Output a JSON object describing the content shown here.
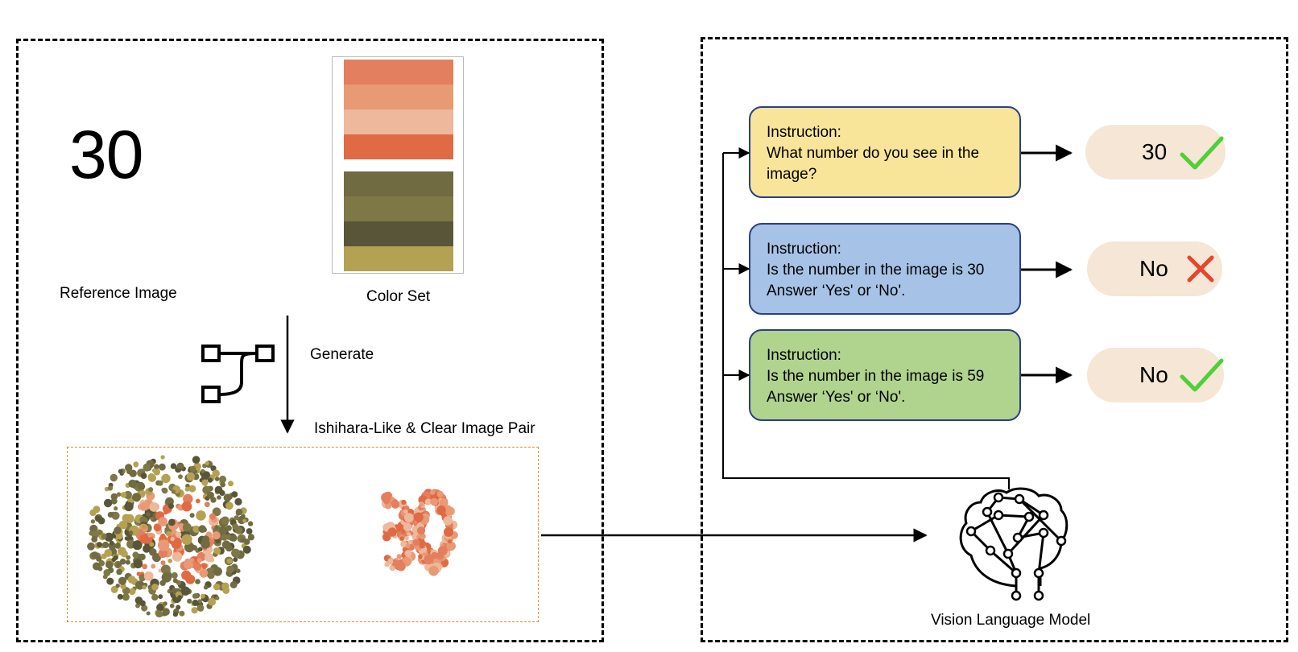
{
  "left_panel": {
    "reference_number": "30",
    "reference_label": "Reference Image",
    "color_set_label": "Color Set",
    "generate_label": "Generate",
    "pair_label": "Ishihara-Like & Clear Image Pair"
  },
  "color_set": {
    "warm": [
      "#e37e5e",
      "#e79a74",
      "#edb89b",
      "#e06a44"
    ],
    "olive": [
      "#716b42",
      "#7e7746",
      "#595538",
      "#b4a152"
    ]
  },
  "instructions": [
    {
      "head": "Instruction:",
      "body": "What number do you see in the image?"
    },
    {
      "head": "Instruction:",
      "body": "Is the number in the image is 30 Answer ‘Yes' or ‘No'."
    },
    {
      "head": "Instruction:",
      "body": "Is the number in the image is 59 Answer ‘Yes' or ‘No'."
    }
  ],
  "answers": [
    {
      "text": "30",
      "mark": "check-icon"
    },
    {
      "text": "No",
      "mark": "cross-icon"
    },
    {
      "text": "No",
      "mark": "check-icon"
    }
  ],
  "model_label": "Vision Language Model",
  "colors": {
    "instr_yellow": "#f8e59a",
    "instr_blue": "#a6c3e7",
    "instr_green": "#b0d38e",
    "instr_border": "#2a3f84",
    "answer_bg": "#f5e6d5",
    "check": "#4cd137",
    "cross": "#e8442c",
    "pair_border": "#e08b2c"
  }
}
